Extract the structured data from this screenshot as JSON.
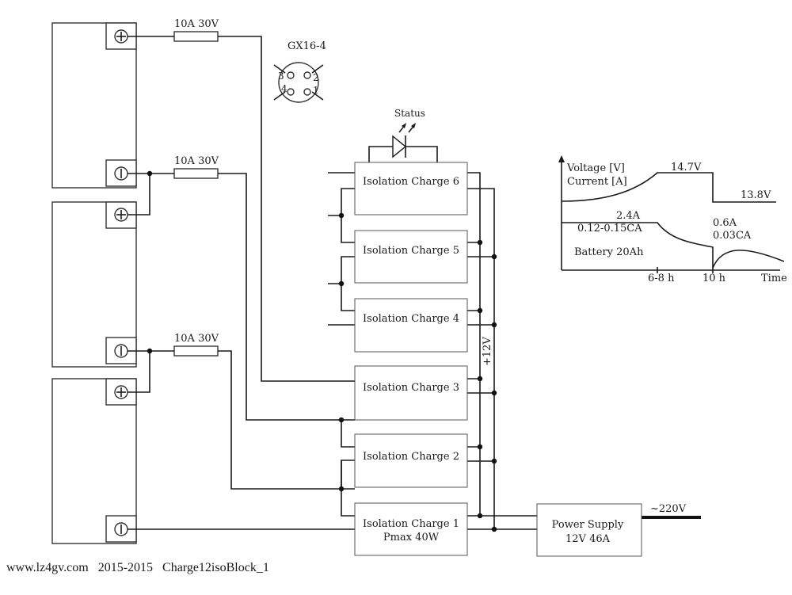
{
  "fuses": [
    {
      "label": "10A 30V"
    },
    {
      "label": "10A 30V"
    },
    {
      "label": "10A 30V"
    }
  ],
  "connector": {
    "name": "GX16-4",
    "pins": [
      "3",
      "2",
      "4",
      "1"
    ]
  },
  "status_led": {
    "label": "Status"
  },
  "chargers": [
    {
      "label": "Isolation Charge 6"
    },
    {
      "label": "Isolation Charge 5"
    },
    {
      "label": "Isolation Charge 4"
    },
    {
      "label": "Isolation Charge 3"
    },
    {
      "label": "Isolation Charge 2"
    },
    {
      "label": "Isolation Charge 1",
      "sublabel": "Pmax 40W"
    }
  ],
  "bus_label": "+12V",
  "power_supply": {
    "line1": "Power Supply",
    "line2": "12V 46A"
  },
  "mains_label": "~220V",
  "graph": {
    "y_label_1": "Voltage [V]",
    "y_label_2": "Current [A]",
    "v_peak": "14.7V",
    "v_float": "13.8V",
    "i_bulk": "2.4A",
    "i_bulk_ca": "0.12-0.15CA",
    "i_float": "0.6A",
    "i_float_ca": "0.03CA",
    "battery": "Battery 20Ah",
    "t1": "6-8 h",
    "t2": "10 h",
    "x_label": "Time"
  },
  "footer": {
    "site": "www.lz4gv.com",
    "years": "2015-2015",
    "doc": "Charge12isoBlock_1"
  }
}
